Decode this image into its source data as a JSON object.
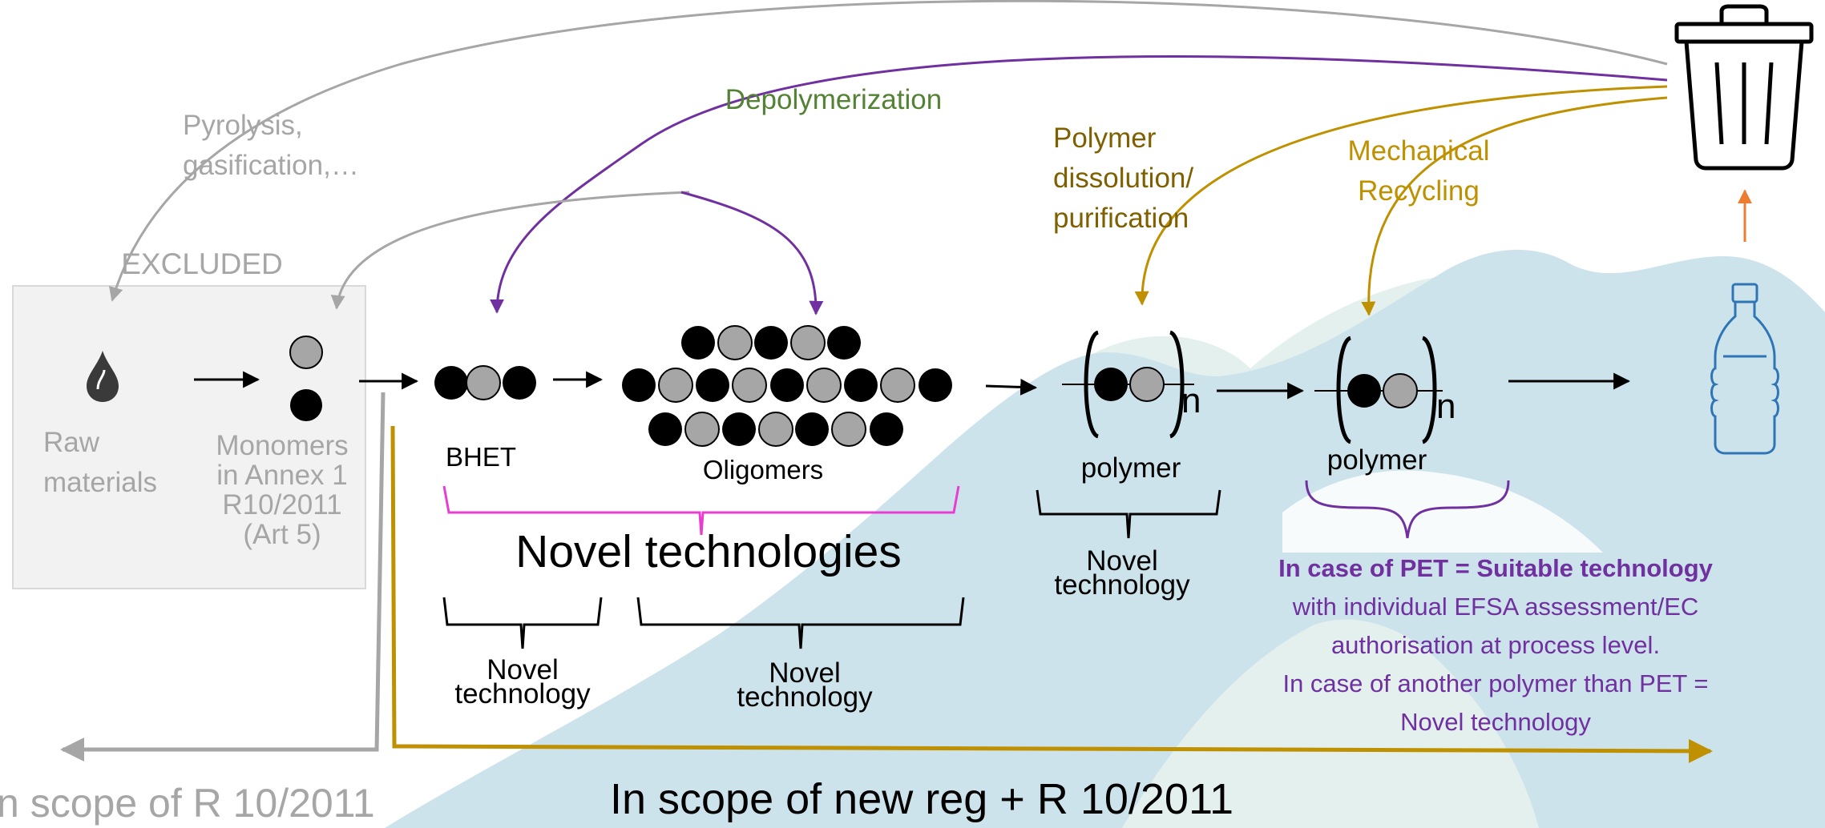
{
  "labels": {
    "pyrolysis_line1": "Pyrolysis,",
    "pyrolysis_line2": "gasification,…",
    "depolymerization": "Depolymerization",
    "polymer_dissolution_line1": "Polymer",
    "polymer_dissolution_line2": "dissolution/",
    "polymer_dissolution_line3": "purification",
    "mechanical_line1": "Mechanical",
    "mechanical_line2": "Recycling",
    "excluded": "EXCLUDED",
    "raw_line1": "Raw",
    "raw_line2": "materials",
    "monomers_line1": "Monomers",
    "monomers_line2": "in Annex 1",
    "monomers_line3": "R10/2011",
    "monomers_line4": "(Art 5)",
    "bhet": "BHET",
    "oligomers": "Oligomers",
    "polymer_1": "polymer",
    "polymer_2": "polymer",
    "subscript_n": "n",
    "novel_technologies": "Novel technologies",
    "novel_tech_a_line1": "Novel",
    "novel_tech_a_line2": "technology",
    "novel_tech_b_line1": "Novel",
    "novel_tech_b_line2": "technology",
    "novel_tech_c_line1": "Novel",
    "novel_tech_c_line2": "technology",
    "pet_line1": "In case of PET = Suitable technology",
    "pet_line2": "with individual EFSA assessment/EC",
    "pet_line3": "authorisation at process level.",
    "pet_line4": "In case of another polymer than PET =",
    "pet_line5": "Novel technology",
    "scope_left": "n scope of R 10/2011",
    "scope_right": "In scope of new reg + R 10/2011"
  },
  "icons": [
    "trash-bin-icon",
    "plastic-bottle-icon",
    "oil-drop-icon"
  ],
  "colors": {
    "grey": "#a6a6a6",
    "green": "#548235",
    "gold": "#bf9000",
    "purple": "#7030a0",
    "magenta": "#e83ed0",
    "orange": "#ed7d31",
    "blue": "#2e75b6",
    "bg_blue": "#cde3ec",
    "bg_pale": "#e3f0ee"
  }
}
